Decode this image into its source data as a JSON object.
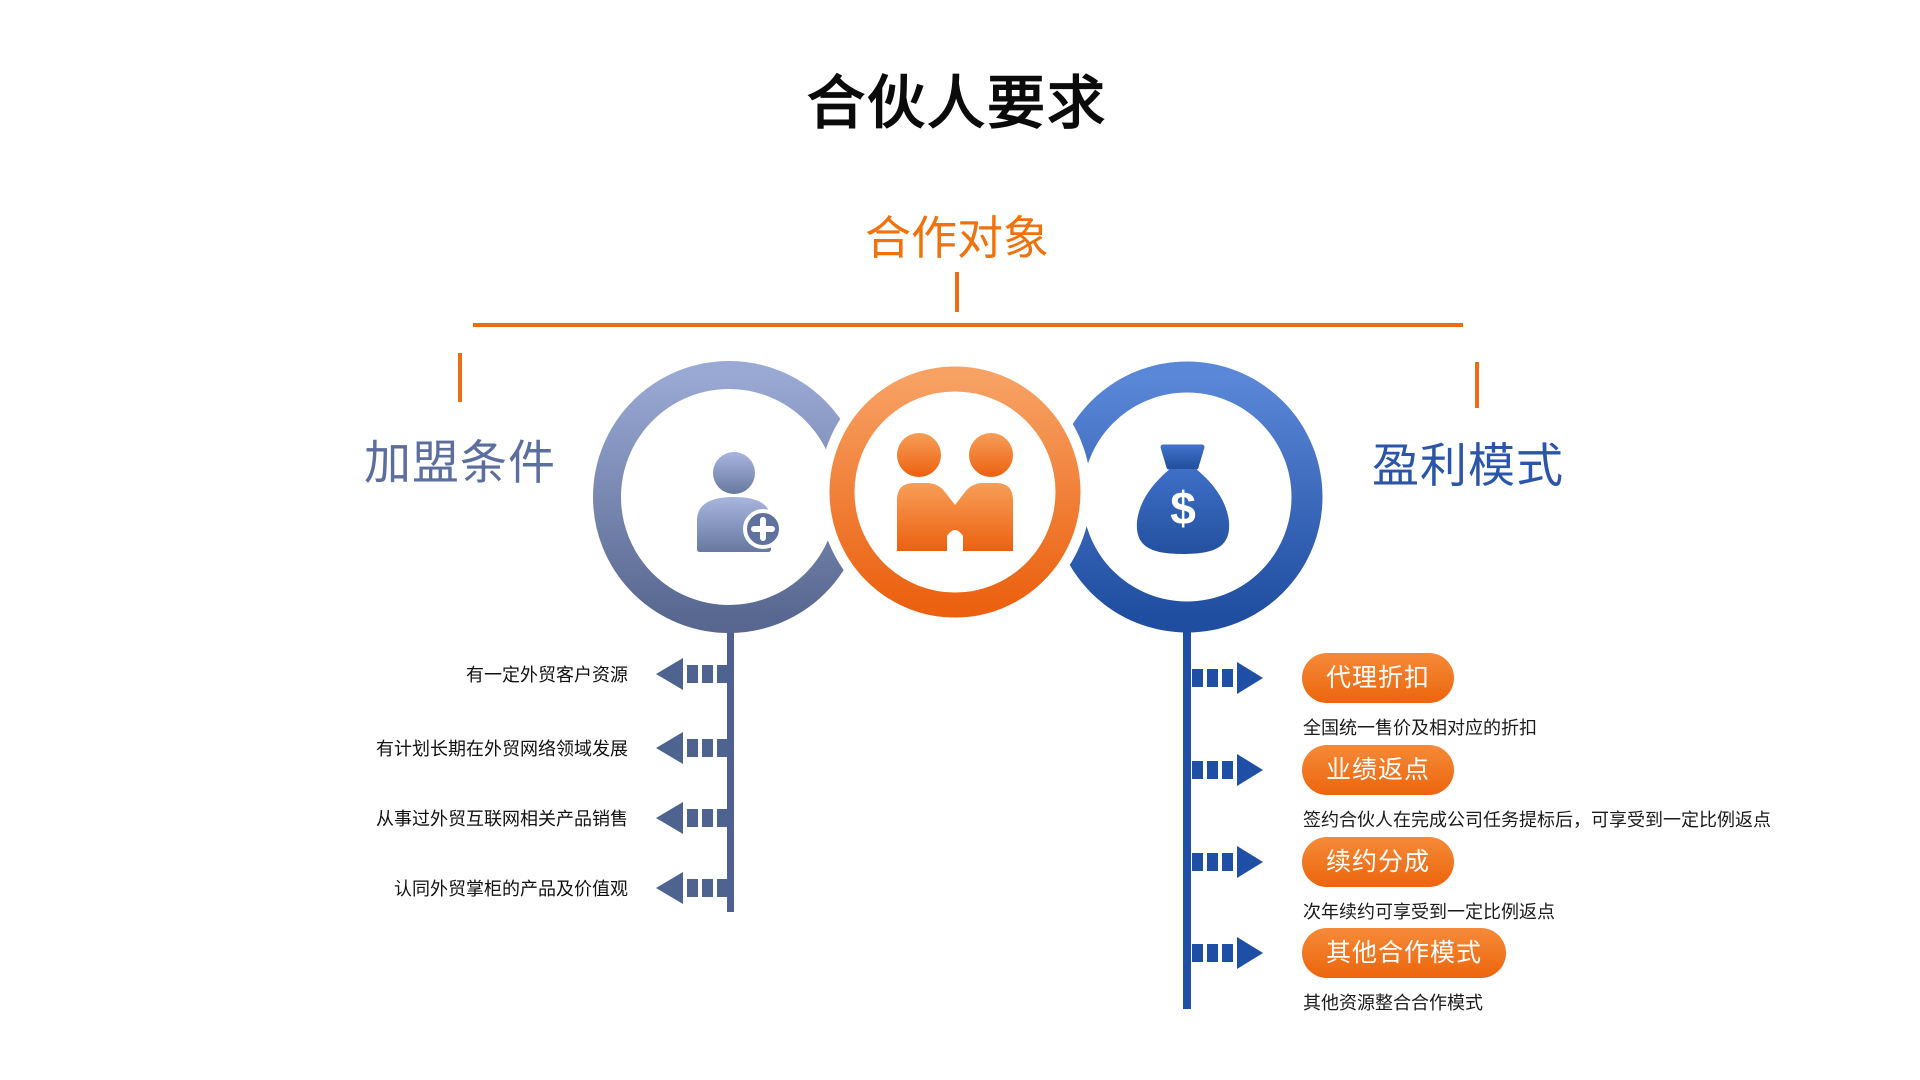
{
  "title": "合伙人要求",
  "tree": {
    "root_label": "合作对象",
    "left_label": "加盟条件",
    "right_label": "盈利模式"
  },
  "left_items": [
    "有一定外贸客户资源",
    "有计划长期在外贸网络领域发展",
    "从事过外贸互联网相关产品销售",
    "认同外贸掌柜的产品及价值观"
  ],
  "right_items": [
    {
      "badge": "代理折扣",
      "desc": "全国统一售价及相对应的折扣"
    },
    {
      "badge": "业绩返点",
      "desc": "签约合伙人在完成公司任务提标后，可享受到一定比例返点"
    },
    {
      "badge": "续约分成",
      "desc": "次年续约可享受到一定比例返点"
    },
    {
      "badge": "其他合作模式",
      "desc": "其他资源整合合作模式"
    }
  ],
  "icons": {
    "left": "add-user-icon",
    "center": "partnership-icon",
    "right": "money-bag-icon"
  },
  "money_symbol": "$",
  "colors": {
    "orange": "#ED6C17",
    "slate": "#5C6E9E",
    "blue": "#2B55A8",
    "badge_orange": "#EE7118"
  }
}
